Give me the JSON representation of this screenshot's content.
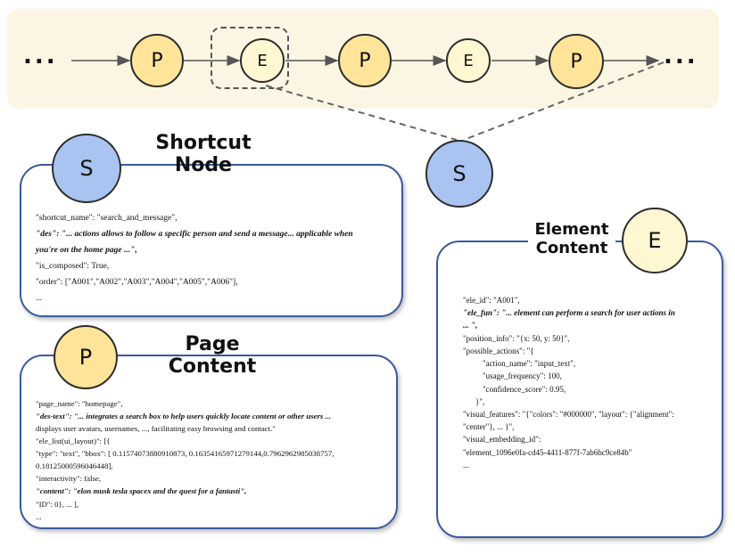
{
  "trajectory": {
    "left_ellipsis": "...",
    "right_ellipsis": "...",
    "nodes": [
      "P",
      "E",
      "P",
      "E",
      "P"
    ],
    "shortcut_label": "S"
  },
  "shortcut_card": {
    "badge": "S",
    "title_line1": "Shortcut",
    "title_line2": "Node",
    "lines": [
      "\"shortcut_name\": \"search_and_message\",",
      "\"des\": \"... actions allows to follow a specific person and send a message... applicable when",
      "you're on the home page ...\",",
      "\"is_composed\": True,",
      "\"order\": [\"A001\",\"A002\",\"A003\",\"A004\",\"A005\",\"A006\"],",
      "..."
    ]
  },
  "page_card": {
    "badge": "P",
    "title_line1": "Page",
    "title_line2": "Content",
    "lines": [
      "\"page_name\": \"homepage\",",
      "\"des-text\": \"... integrates a search box to help users quickly locate content or other users ...",
      "displays user avatars, usernames, ..., facilitating easy browsing and contact.\"",
      "\"ele_list(ui_layout)\": [{",
      "\"type\": \"text\", \"bbox\": [ 0.11574073880910873, 0.16354165971279144,0.7962962985038757,",
      "0.18125000596046448],",
      "\"interactivity\": false,",
      "\"content\": \"elon musk tesla spacex and the quest for a fantasti\",",
      "\"ID\": 0}, ... ],",
      "..."
    ]
  },
  "element_card": {
    "badge": "E",
    "title_line1": "Element",
    "title_line2": "Content",
    "lines": [
      "\"ele_id\": \"A001\",",
      "\"ele_fun\": \"... element can perform a search for user actions in",
      "... \",",
      "\"position_info\": \"{x: 50, y: 50}\",",
      "\"possible_actions\": \"{",
      "\"action_name\": \"input_text\",",
      "\"usage_frequency\": 100,",
      "\"confidence_score\": 0.95,",
      "}\",",
      "\"visual_features\": \"{\"colors\": \"#000000\", \"layout\": {\"alignment\":",
      "\"center\"}, ... }\",",
      "\"visual_embedding_id\":",
      "\"element_1096e0fa-cd45-4411-877f-7ab6bc9ce84b\"",
      "..."
    ]
  },
  "colors": {
    "band": "#fbf6e3",
    "page_node": "#ffe49a",
    "element_node": "#fff6d2",
    "shortcut_node": "#a9c4f1",
    "card_border": "#3a5a9e"
  }
}
